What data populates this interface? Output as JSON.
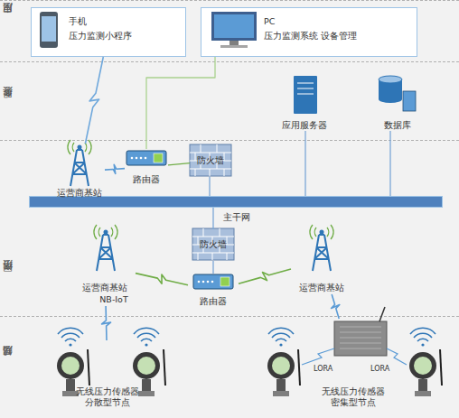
{
  "diagram": {
    "nodes": [
      {
        "text": [
          "应用层"
        ]
      },
      {
        "text": [
          "手机",
          "压力监测小程序"
        ],
        "in": 0
      },
      {
        "text": [
          "PC",
          "压力监测系统 设备管理"
        ],
        "in": 0
      },
      {
        "text": [
          "服务层"
        ]
      },
      {
        "text": [
          "应用服务器"
        ],
        "in": 3
      },
      {
        "text": [
          "数据库"
        ],
        "in": 3
      },
      {
        "text": [
          "网络层"
        ]
      },
      {
        "text": [
          "运营商基站"
        ],
        "in": 6
      },
      {
        "text": [
          "路由器"
        ],
        "in": 6
      },
      {
        "text": [
          "防火墙"
        ],
        "in": 6
      },
      {
        "text": [
          "主干网"
        ],
        "in": 6
      },
      {
        "text": [
          "防火墙"
        ],
        "in": 6
      },
      {
        "text": [
          "运营商基站",
          "NB-IoT"
        ],
        "in": 6
      },
      {
        "text": [
          "路由器"
        ],
        "in": 6
      },
      {
        "text": [
          "运营商基站"
        ],
        "in": 6
      },
      {
        "text": [
          "感知层"
        ]
      },
      {
        "text": [
          "无线压力传感器 分散型节点"
        ],
        "in": 15
      },
      {
        "text": [
          "无线压力传感器 密集型节点"
        ],
        "in": 15
      }
    ],
    "edges": [
      {
        "from": 1,
        "to": 7,
        "arrow": "none"
      },
      {
        "from": 7,
        "to": 8,
        "arrow": "none"
      },
      {
        "from": 8,
        "to": 9,
        "arrow": "none"
      },
      {
        "from": 8,
        "to": 2,
        "arrow": "none"
      },
      {
        "from": 9,
        "to": 10,
        "arrow": "none"
      },
      {
        "from": 4,
        "to": 10,
        "arrow": "none"
      },
      {
        "from": 5,
        "to": 10,
        "arrow": "none"
      },
      {
        "from": 10,
        "to": 11,
        "arrow": "none"
      },
      {
        "from": 11,
        "to": 13,
        "arrow": "none"
      },
      {
        "from": 13,
        "to": 12,
        "arrow": "none"
      },
      {
        "from": 13,
        "to": 14,
        "arrow": "none"
      },
      {
        "from": 12,
        "to": 16,
        "arrow": "none"
      },
      {
        "from": 14,
        "to": 17,
        "arrow": "none"
      }
    ],
    "labels": [
      "LORA",
      "LORA"
    ]
  }
}
